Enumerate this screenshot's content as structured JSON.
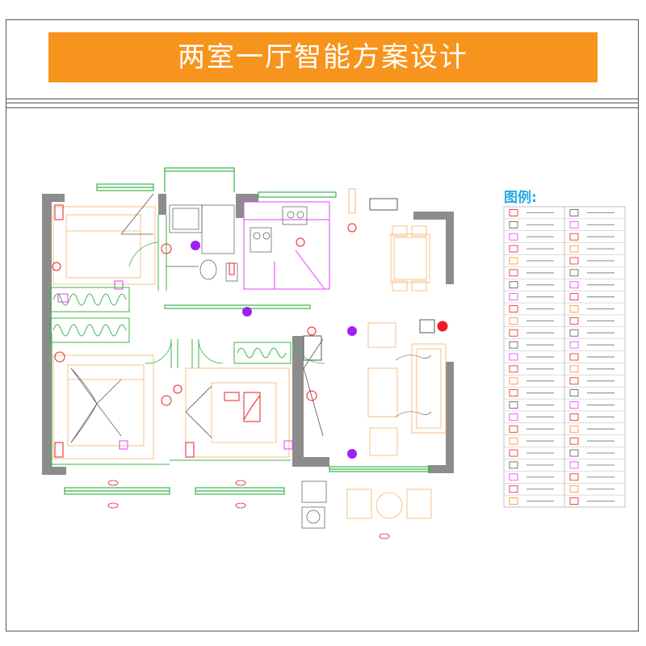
{
  "title": "两室一厅智能方案设计",
  "legend": {
    "heading": "图例:",
    "rows": 25
  },
  "colors": {
    "title_bg": "#f7941d",
    "title_text": "#ffffff",
    "wall": "#8c8c8c",
    "window": "#39b54a",
    "device": "#ed1c24",
    "furniture": "#f7b36b",
    "kitchen_line": "#e040fb",
    "sensor": "#a020f0",
    "legend_heading": "#29abe2"
  }
}
